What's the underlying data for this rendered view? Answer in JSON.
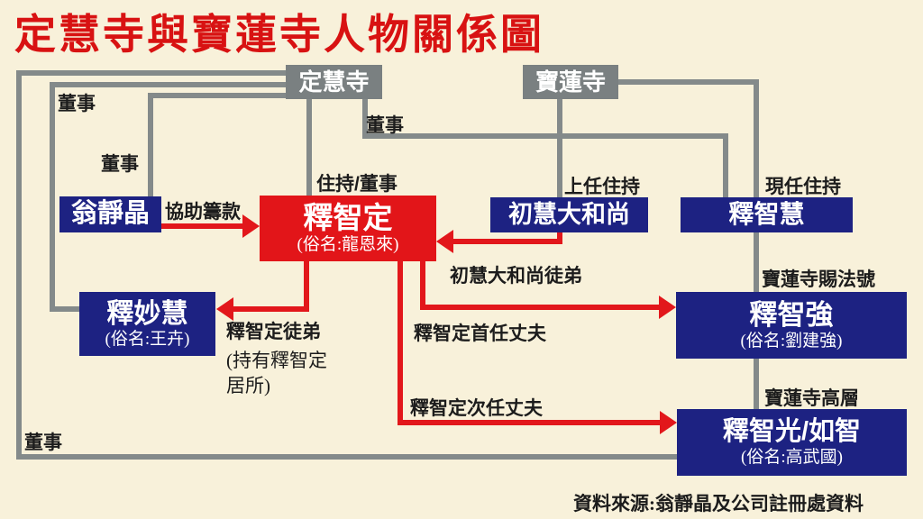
{
  "title": "定慧寺與寶蓮寺人物關係圖",
  "temples": {
    "dinghui": "定慧寺",
    "baolian": "寶蓮寺"
  },
  "people": {
    "weng": {
      "name": "翁靜晶"
    },
    "zhiding": {
      "name": "釋智定",
      "alias": "(俗名:龍恩來)"
    },
    "chuhui": {
      "name": "初慧大和尚"
    },
    "zhihui": {
      "name": "釋智慧"
    },
    "miaohui": {
      "name": "釋妙慧",
      "alias": "(俗名:王卉)"
    },
    "zhiqiang": {
      "name": "釋智強",
      "alias": "(俗名:劉建強)"
    },
    "zhiguang": {
      "name": "釋智光/如智",
      "alias": "(俗名:高武國)"
    }
  },
  "relations": {
    "director": "董事",
    "abbot_director": "住持/董事",
    "fundraising_help": "協助籌款",
    "previous_abbot": "上任住持",
    "current_abbot": "現任住持",
    "chuhui_disciple": "初慧大和尚徒弟",
    "zhiding_disciple": "釋智定徒弟",
    "zhiding_disciple_note1": "(持有釋智定",
    "zhiding_disciple_note2": "居所)",
    "first_husband": "釋智定首任丈夫",
    "second_husband": "釋智定次任丈夫",
    "dharma_name": "寶蓮寺賜法號",
    "senior_member": "寶蓮寺高層"
  },
  "source": "資料來源:翁靜晶及公司註冊處資料",
  "colors": {
    "background": "#f8f1da",
    "title_red": "#d81212",
    "box_red": "#e21519",
    "box_navy": "#1d2282",
    "box_gray": "#7a8081",
    "line_gray": "#848a8a",
    "arrow_red": "#e2171b",
    "text_black": "#1c1c1c"
  }
}
